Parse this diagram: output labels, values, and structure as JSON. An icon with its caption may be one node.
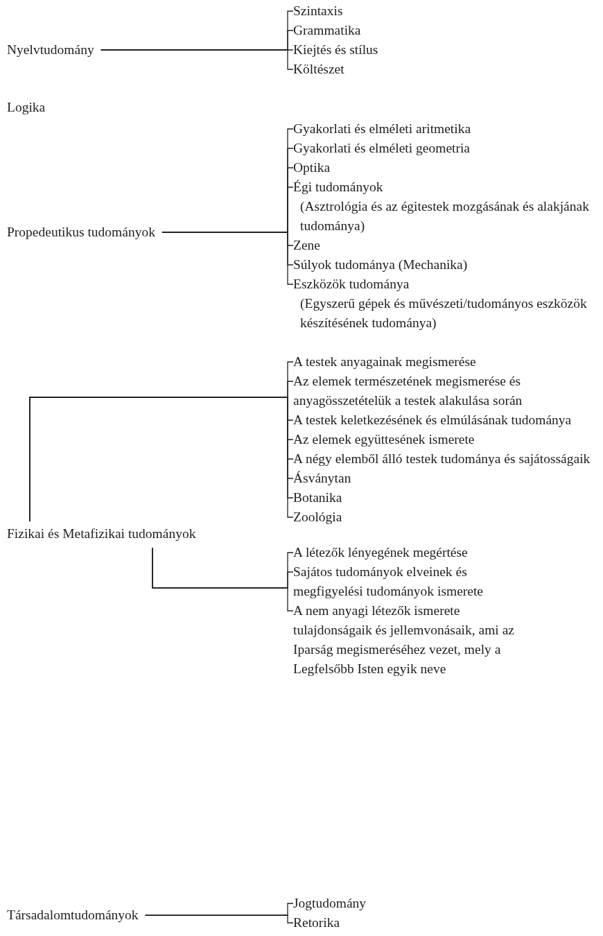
{
  "diagram": {
    "nodes": [
      {
        "text": [
          "Nyelvtudomány"
        ]
      },
      {
        "text": [
          "Szintaxis"
        ]
      },
      {
        "text": [
          "Grammatika"
        ]
      },
      {
        "text": [
          "Kiejtés és stílus"
        ]
      },
      {
        "text": [
          "Költészet"
        ]
      },
      {
        "text": [
          "Propedeutikus tudományok"
        ]
      },
      {
        "text": [
          "Gyakorlati és elméleti aritmetika"
        ]
      },
      {
        "text": [
          "Gyakorlati és elméleti geometria"
        ]
      },
      {
        "text": [
          "Optika"
        ]
      },
      {
        "text": [
          "Égi tudományok",
          "(Asztrológia és az égitestek mozgásának és alakjának tudománya)"
        ]
      },
      {
        "text": [
          "Zene"
        ]
      },
      {
        "text": [
          "Súlyok tudománya (Mechanika)"
        ]
      },
      {
        "text": [
          "Eszközök tudománya",
          "(Egyszerű gépek és művészeti/tudományos eszközök készítésének tudománya)"
        ]
      },
      {
        "text": [
          "Fizikai és Metafizikai tudományok"
        ]
      },
      {
        "text": [
          "A testek anyagainak megismerése"
        ]
      },
      {
        "text": [
          "Az elemek természetének megismerése és anyagösszetételük a testek alakulása során"
        ]
      },
      {
        "text": [
          "A testek keletkezésének és elmúlásának tudománya"
        ]
      },
      {
        "text": [
          "Az elemek együttesének ismerete"
        ]
      },
      {
        "text": [
          "A négy elemből álló testek tudománya és sajátosságaik"
        ]
      },
      {
        "text": [
          "Ásványtan"
        ]
      },
      {
        "text": [
          "Botanika"
        ]
      },
      {
        "text": [
          "Zoológia"
        ]
      },
      {
        "text": [
          "A létezők lényegének megértése"
        ]
      },
      {
        "text": [
          "Sajátos tudományok elveinek és megfigyelési tudományok ismerete"
        ]
      },
      {
        "text": [
          "A nem anyagi létezők ismerete tulajdonságaik és jellemvonásaik, ami az Iparság megismeréséhez vezet, mely a Legfelsőbb Isten egyik neve"
        ]
      },
      {
        "text": [
          "Társadalomtudományok"
        ]
      },
      {
        "text": [
          "Jogtudomány"
        ]
      },
      {
        "text": [
          "Retorika"
        ]
      }
    ],
    "edges": [
      {
        "from": 0,
        "to": 1,
        "arrow": "none"
      },
      {
        "from": 0,
        "to": 2,
        "arrow": "none"
      },
      {
        "from": 0,
        "to": 3,
        "arrow": "none"
      },
      {
        "from": 0,
        "to": 4,
        "arrow": "none"
      },
      {
        "from": 5,
        "to": 6,
        "arrow": "none"
      },
      {
        "from": 5,
        "to": 7,
        "arrow": "none"
      },
      {
        "from": 5,
        "to": 8,
        "arrow": "none"
      },
      {
        "from": 5,
        "to": 9,
        "arrow": "none"
      },
      {
        "from": 5,
        "to": 10,
        "arrow": "none"
      },
      {
        "from": 5,
        "to": 11,
        "arrow": "none"
      },
      {
        "from": 5,
        "to": 12,
        "arrow": "none"
      },
      {
        "from": 13,
        "to": 14,
        "arrow": "none"
      },
      {
        "from": 13,
        "to": 15,
        "arrow": "none"
      },
      {
        "from": 13,
        "to": 16,
        "arrow": "none"
      },
      {
        "from": 13,
        "to": 17,
        "arrow": "none"
      },
      {
        "from": 13,
        "to": 18,
        "arrow": "none"
      },
      {
        "from": 13,
        "to": 19,
        "arrow": "none"
      },
      {
        "from": 13,
        "to": 20,
        "arrow": "none"
      },
      {
        "from": 13,
        "to": 21,
        "arrow": "none"
      },
      {
        "from": 13,
        "to": 22,
        "arrow": "none"
      },
      {
        "from": 13,
        "to": 23,
        "arrow": "none"
      },
      {
        "from": 13,
        "to": 24,
        "arrow": "none"
      },
      {
        "from": 25,
        "to": 26,
        "arrow": "none"
      },
      {
        "from": 25,
        "to": 27,
        "arrow": "none"
      }
    ],
    "labels": [
      "Logika"
    ]
  }
}
